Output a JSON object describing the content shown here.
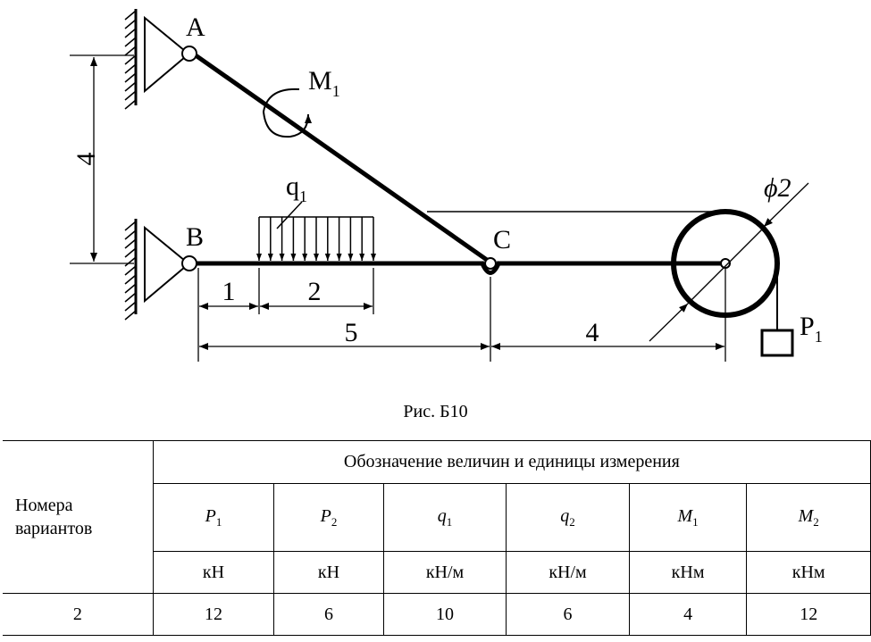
{
  "figure": {
    "labels": {
      "A": "A",
      "B": "B",
      "C": "C",
      "M": "M",
      "M_sub": "1",
      "q": "q",
      "q_sub": "1",
      "P": "P",
      "P_sub": "1",
      "diam": "ϕ2"
    },
    "dimensions": {
      "height": "4",
      "d1": "1",
      "d2": "2",
      "d5": "5",
      "d4": "4"
    },
    "caption": "Рис. Б10"
  },
  "table": {
    "row_header": "Номера вариантов",
    "group_header": "Обозначение величин и единицы измерения",
    "columns": [
      {
        "sym": "P",
        "sub": "1",
        "unit": "кН",
        "value": "12"
      },
      {
        "sym": "P",
        "sub": "2",
        "unit": "кН",
        "value": "6"
      },
      {
        "sym": "q",
        "sub": "1",
        "unit": "кН/м",
        "value": "10"
      },
      {
        "sym": "q",
        "sub": "2",
        "unit": "кН/м",
        "value": "6"
      },
      {
        "sym": "M",
        "sub": "1",
        "unit": "кНм",
        "value": "4"
      },
      {
        "sym": "M",
        "sub": "2",
        "unit": "кНм",
        "value": "12"
      }
    ],
    "variant": "2"
  }
}
